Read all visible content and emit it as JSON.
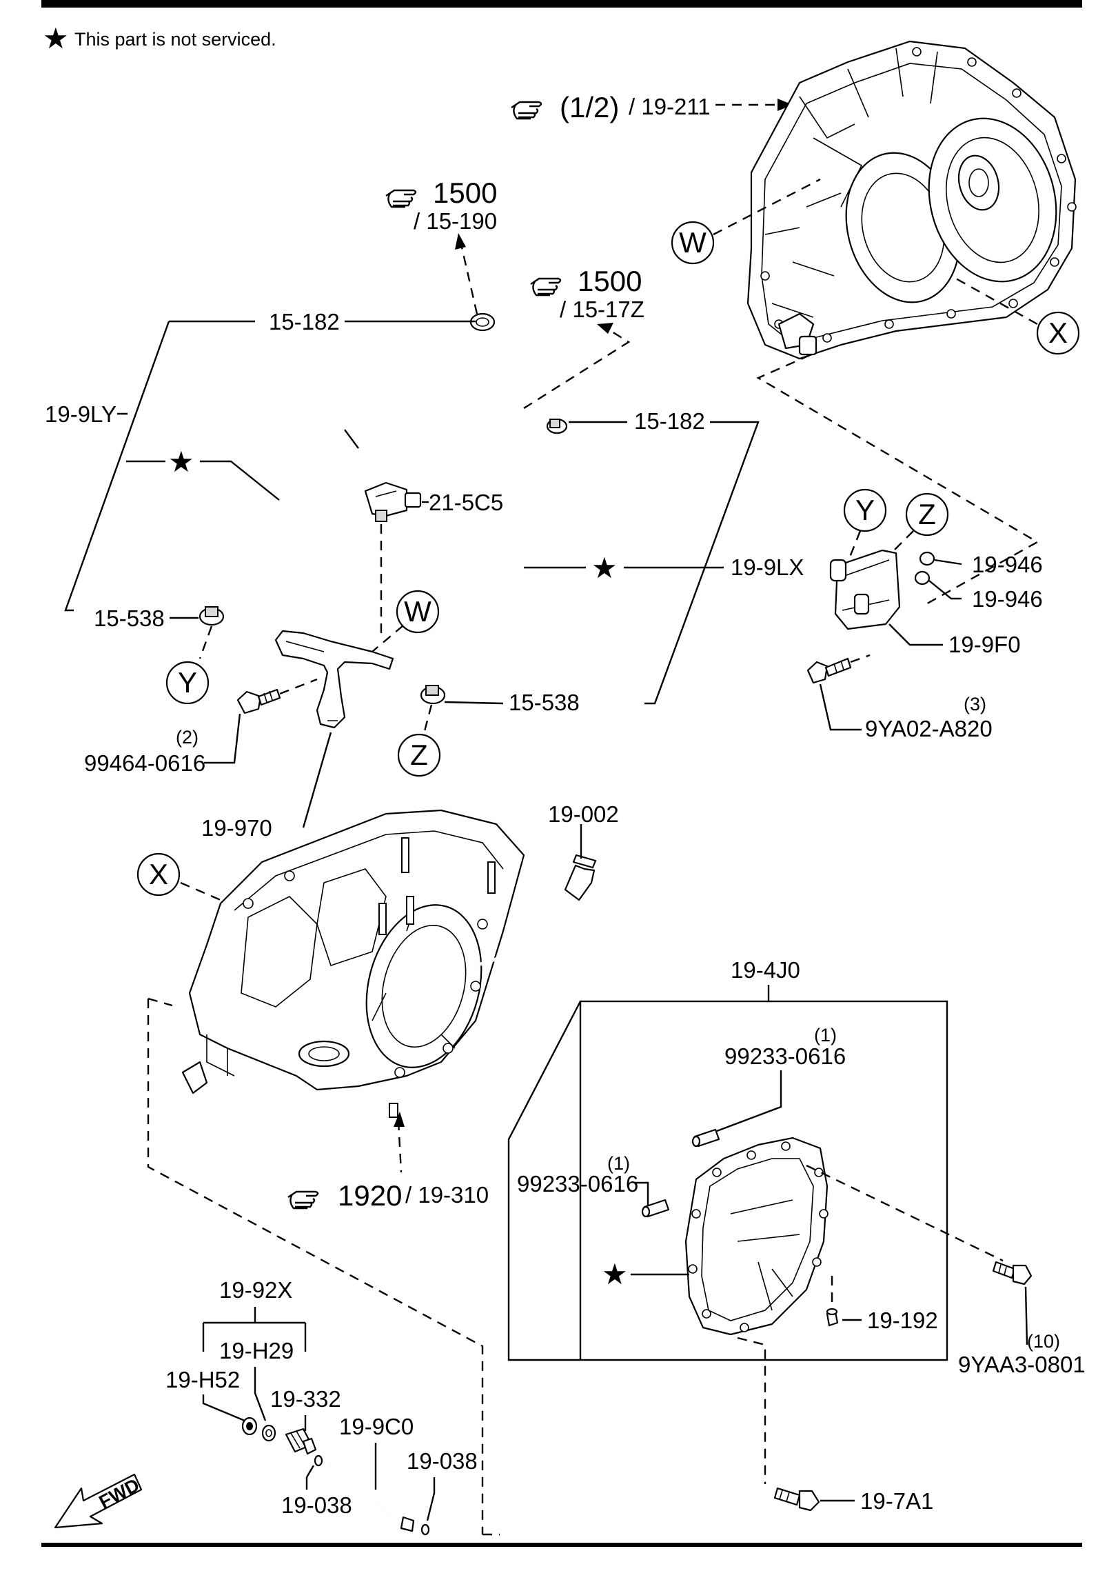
{
  "header": {
    "note": "This part is not serviced."
  },
  "symbols": {
    "star": "★",
    "note_star": "★",
    "hand": "pointing-hand-icon"
  },
  "refs": {
    "r1": {
      "num": "(1/2)",
      "page": "/ 19-211"
    },
    "r2": {
      "num": "1500",
      "page": "/ 15-190"
    },
    "r3": {
      "num": "1500",
      "page": "/ 15-17Z"
    },
    "r4": {
      "num": "1920",
      "page": "/ 19-310"
    }
  },
  "circles": {
    "w": "W",
    "x": "X",
    "y": "Y",
    "z": "Z"
  },
  "labels": {
    "p15_182a": "15-182",
    "p19_9ly": "19-9LY",
    "p15_538a": "15-538",
    "p21_5c5": "21-5C5",
    "p15_182b": "15-182",
    "p19_9lx": "19-9LX",
    "p15_538b": "15-538",
    "p19_946a": "19-946",
    "p19_946b": "19-946",
    "p19_9f0": "19-9F0",
    "p9ya02_qty": "(3)",
    "p9ya02": "9YA02-A820",
    "p99464_qty": "(2)",
    "p99464": "99464-0616",
    "p19_970": "19-970",
    "p19_002": "19-002",
    "p19_4j0": "19-4J0",
    "p99233a_qty": "(1)",
    "p99233a": "99233-0616",
    "p99233b_qty": "(1)",
    "p99233b": "99233-0616",
    "p19_192": "19-192",
    "p9yaa3_qty": "(10)",
    "p9yaa3": "9YAA3-0801",
    "p19_92x": "19-92X",
    "p19_h29": "19-H29",
    "p19_h52": "19-H52",
    "p19_332": "19-332",
    "p19_9c0": "19-9C0",
    "p19_038a": "19-038",
    "p19_038b": "19-038",
    "p19_7a1": "19-7A1"
  },
  "fwd": "FWD"
}
